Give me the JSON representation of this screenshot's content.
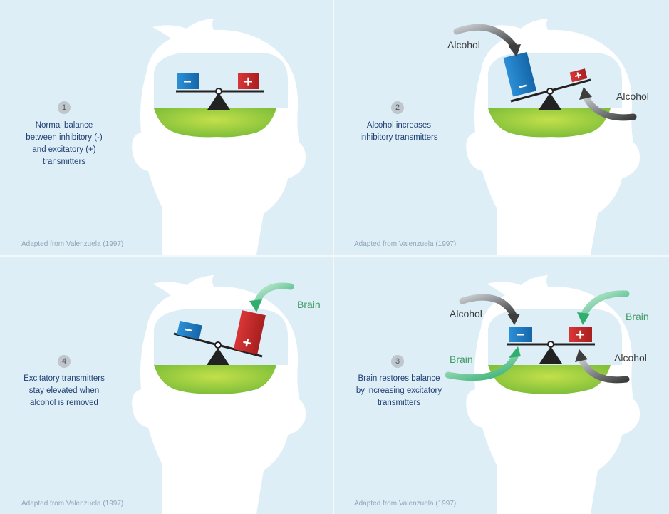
{
  "panels": [
    {
      "number": "1",
      "caption_lines": [
        "Normal balance",
        "between inhibitory (-)",
        "and excitatory (+)",
        "transmitters"
      ],
      "credit": "Adapted from Valenzuela (1997)"
    },
    {
      "number": "2",
      "caption_lines": [
        "Alcohol increases",
        "inhibitory transmitters"
      ],
      "credit": "Adapted from Valenzuela (1997)",
      "labels": [
        "Alcohol",
        "Alcohol"
      ]
    },
    {
      "number": "4",
      "caption_lines": [
        "Excitatory transmitters",
        "stay elevated when",
        "alcohol is removed"
      ],
      "credit": "Adapted from Valenzuela (1997)",
      "labels": [
        "Brain"
      ]
    },
    {
      "number": "3",
      "caption_lines": [
        "Brain restores balance",
        "by increasing excitatory",
        "transmitters"
      ],
      "credit": "Adapted from Valenzuela (1997)",
      "labels": [
        "Alcohol",
        "Brain",
        "Brain",
        "Alcohol"
      ]
    }
  ],
  "symbols": {
    "minus": "−",
    "plus": "+"
  },
  "colors": {
    "background": "#deeef7",
    "head": "#ffffff",
    "inhibitory": "#1f79c0",
    "excitatory": "#c62a2a",
    "ground": "#8dc63f",
    "fulcrum": "#222222",
    "alcohol_arrow": "#555555",
    "brain_arrow": "#35b77a",
    "caption_text": "#1f3f73"
  },
  "icons": [
    "head-silhouette",
    "seesaw",
    "minus-block",
    "plus-block",
    "alcohol-arrow",
    "brain-arrow"
  ]
}
